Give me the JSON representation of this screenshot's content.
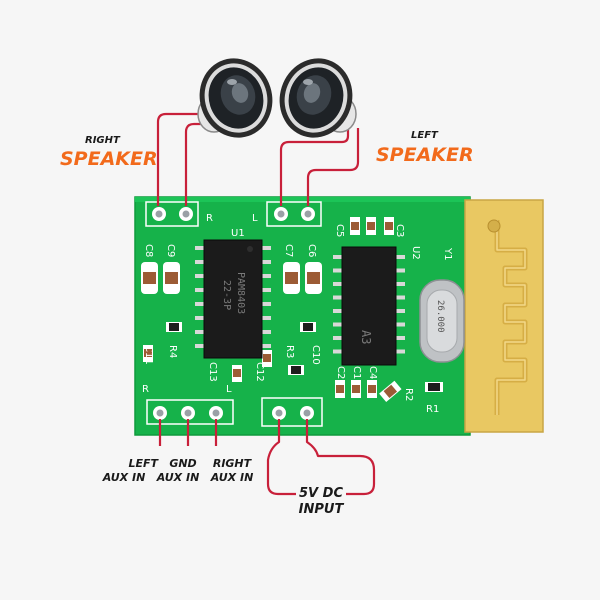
{
  "labels": {
    "right_speaker_top": "RIGHT",
    "right_speaker_main": "SPEAKER",
    "left_speaker_top": "LEFT",
    "left_speaker_main": "SPEAKER",
    "left_aux_1": "LEFT",
    "left_aux_2": "AUX IN",
    "gnd_aux_1": "GND",
    "gnd_aux_2": "AUX IN",
    "right_aux_1": "RIGHT",
    "right_aux_2": "AUX IN",
    "dc_1": "5V DC",
    "dc_2": "INPUT"
  },
  "silkscreen": {
    "R_top": "R",
    "L_top": "L",
    "U1": "U1",
    "C8": "C8",
    "C9": "C9",
    "C7": "C7",
    "C6": "C6",
    "C5": "C5",
    "C3": "C3",
    "U2": "U2",
    "Y1": "Y1",
    "C11": "C11",
    "R4": "R4",
    "C13": "C13",
    "C12": "C12",
    "R3": "R3",
    "C10": "C10",
    "C2": "C2",
    "C1": "C1",
    "C4": "C4",
    "R2": "R2",
    "R1": "R1",
    "R_bottom": "R",
    "L_bottom": "L"
  },
  "chips": {
    "amp_line1": "PAM8403",
    "amp_line2": "22-3P",
    "bt": "A3",
    "crystal": "26.000"
  },
  "colors": {
    "board": "#16b24a",
    "accent": "#f26a1b",
    "wire": "#c8203a",
    "antenna": "#e8c560"
  }
}
